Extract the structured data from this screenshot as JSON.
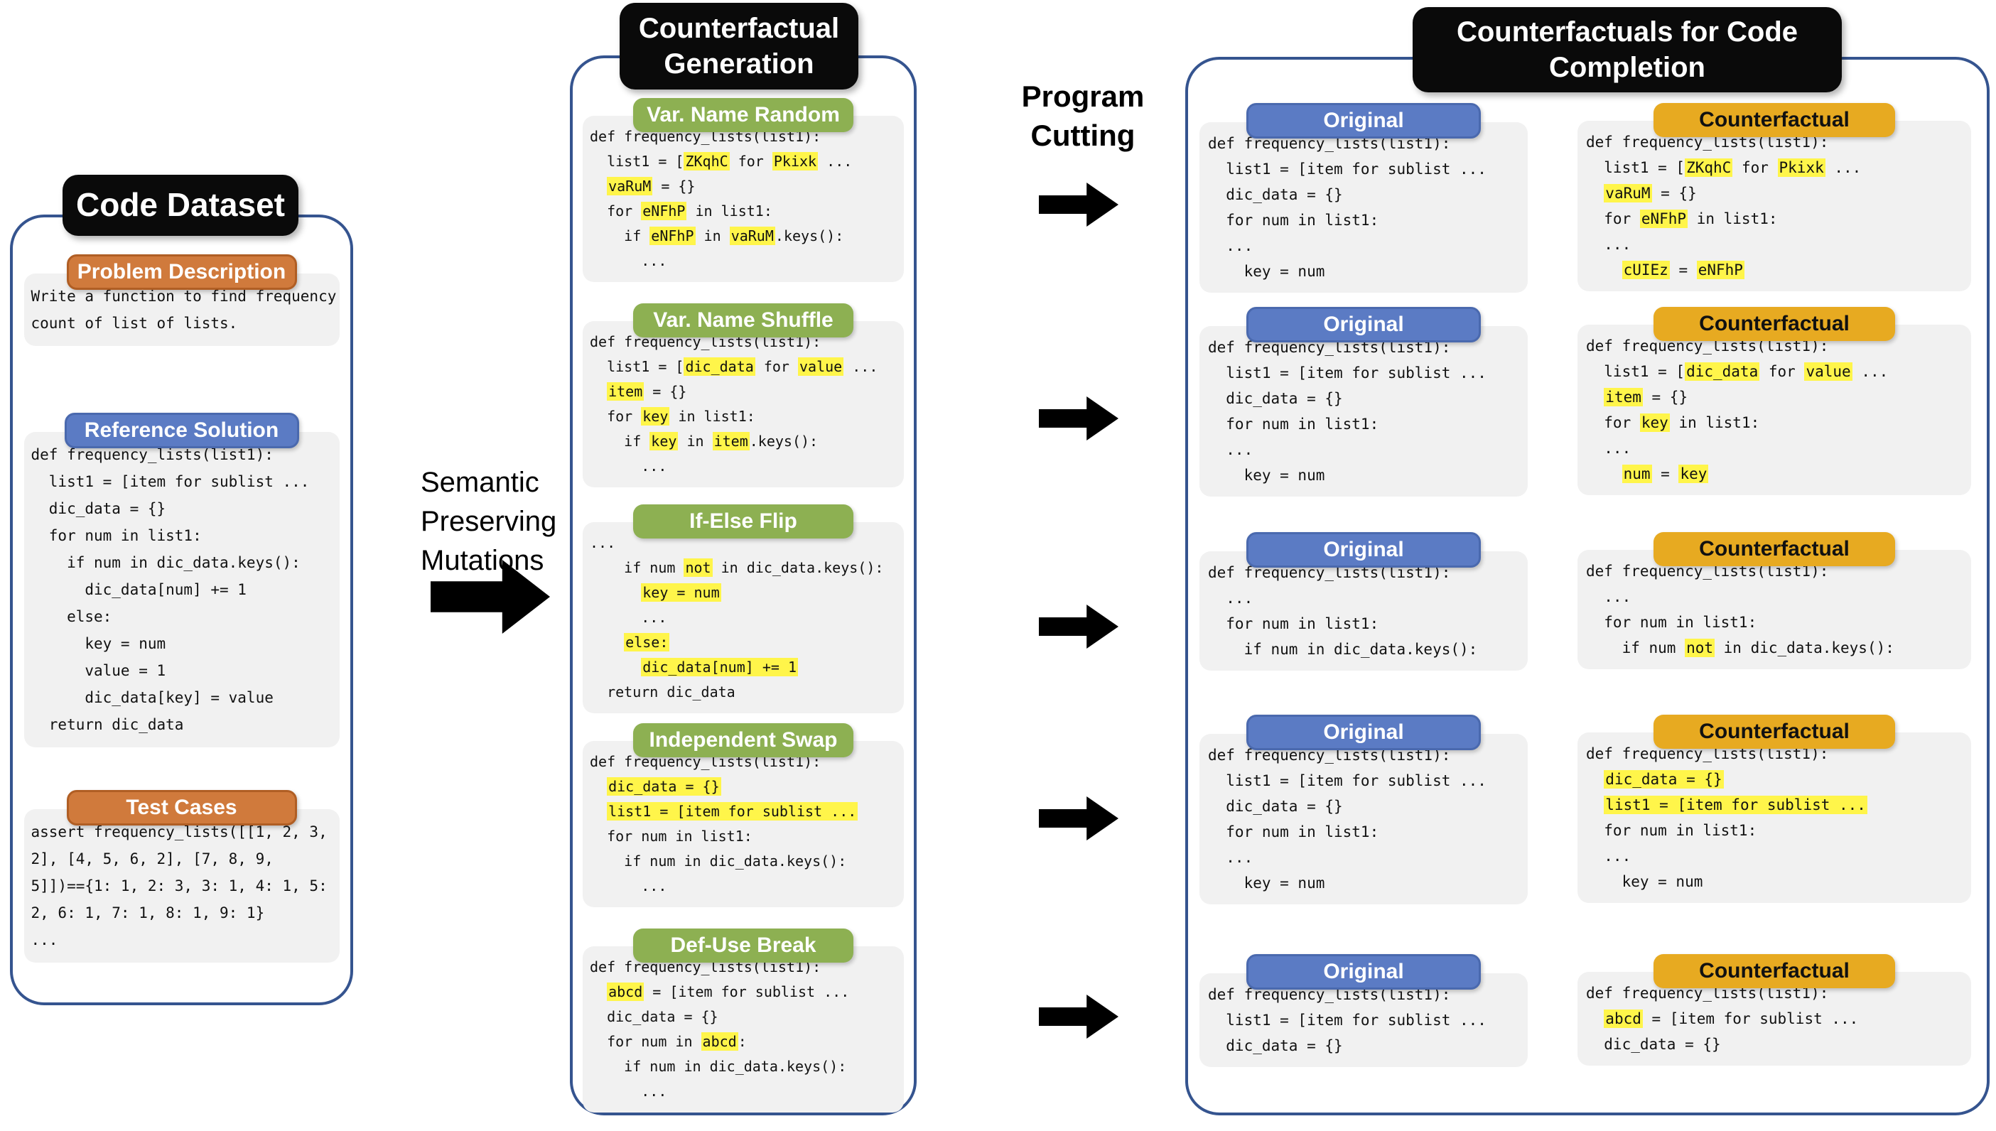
{
  "colors": {
    "title_bg": "#0a0a0a",
    "panel_border": "#35548F",
    "code_bg": "#F1F1F1",
    "highlight": "#FFF54A",
    "orange_header": "#D07A3C",
    "blue_header": "#5B7BC4",
    "green_header": "#8DB052",
    "gold_header": "#E7AA21"
  },
  "titles": {
    "dataset": "Code Dataset",
    "generation": "Counterfactual Generation",
    "completion": "Counterfactuals for Code Completion"
  },
  "flow_labels": {
    "mutations": "Semantic Preserving Mutations",
    "cutting": "Program Cutting"
  },
  "left_panel": {
    "sections": [
      {
        "header": "Problem Description",
        "code": [
          [
            [
              "Write a function to find frequency",
              0
            ]
          ],
          [
            [
              "count of list of lists.",
              0
            ]
          ]
        ]
      },
      {
        "header": "Reference Solution",
        "code": [
          [
            [
              "def frequency_lists(list1):",
              0
            ]
          ],
          [
            [
              "  list1 = [item for sublist ...",
              0
            ]
          ],
          [
            [
              "  dic_data = {}",
              0
            ]
          ],
          [
            [
              "  for num in list1:",
              0
            ]
          ],
          [
            [
              "    if num in dic_data.keys():",
              0
            ]
          ],
          [
            [
              "      dic_data[num] += 1",
              0
            ]
          ],
          [
            [
              "    else:",
              0
            ]
          ],
          [
            [
              "      key = num",
              0
            ]
          ],
          [
            [
              "      value = 1",
              0
            ]
          ],
          [
            [
              "      dic_data[key] = value",
              0
            ]
          ],
          [
            [
              "  return dic_data",
              0
            ]
          ]
        ]
      },
      {
        "header": "Test Cases",
        "code": [
          [
            [
              "assert frequency_lists([[1, 2, 3,",
              0
            ]
          ],
          [
            [
              "2], [4, 5, 6, 2], [7, 8, 9,",
              0
            ]
          ],
          [
            [
              "5]])=={1: 1, 2: 3, 3: 1, 4: 1, 5:",
              0
            ]
          ],
          [
            [
              "2, 6: 1, 7: 1, 8: 1, 9: 1}",
              0
            ]
          ],
          [
            [
              "...",
              0
            ]
          ]
        ]
      }
    ]
  },
  "middle_panel": {
    "sections": [
      {
        "header": "Var. Name Random",
        "code": [
          [
            [
              "def frequency_lists(list1):",
              0
            ]
          ],
          [
            [
              "  list1 = [",
              0
            ],
            [
              "ZKqhC",
              1
            ],
            [
              " for ",
              0
            ],
            [
              "Pkixk",
              1
            ],
            [
              " ...",
              0
            ]
          ],
          [
            [
              "  ",
              0
            ],
            [
              "vaRuM",
              1
            ],
            [
              " = {}",
              0
            ]
          ],
          [
            [
              "  for ",
              0
            ],
            [
              "eNFhP",
              1
            ],
            [
              " in list1:",
              0
            ]
          ],
          [
            [
              "    if ",
              0
            ],
            [
              "eNFhP",
              1
            ],
            [
              " in ",
              0
            ],
            [
              "vaRuM",
              1
            ],
            [
              ".keys():",
              0
            ]
          ],
          [
            [
              "      ...",
              0
            ]
          ]
        ]
      },
      {
        "header": "Var. Name Shuffle",
        "code": [
          [
            [
              "def frequency_lists(list1):",
              0
            ]
          ],
          [
            [
              "  list1 = [",
              0
            ],
            [
              "dic_data",
              1
            ],
            [
              " for ",
              0
            ],
            [
              "value",
              1
            ],
            [
              " ...",
              0
            ]
          ],
          [
            [
              "  ",
              0
            ],
            [
              "item",
              1
            ],
            [
              " = {}",
              0
            ]
          ],
          [
            [
              "  for ",
              0
            ],
            [
              "key",
              1
            ],
            [
              " in list1:",
              0
            ]
          ],
          [
            [
              "    if ",
              0
            ],
            [
              "key",
              1
            ],
            [
              " in ",
              0
            ],
            [
              "item",
              1
            ],
            [
              ".keys():",
              0
            ]
          ],
          [
            [
              "      ...",
              0
            ]
          ]
        ]
      },
      {
        "header": "If-Else Flip",
        "code": [
          [
            [
              "...",
              0
            ]
          ],
          [
            [
              "    if num ",
              0
            ],
            [
              "not",
              1
            ],
            [
              " in dic_data.keys():",
              0
            ]
          ],
          [
            [
              "      ",
              0
            ],
            [
              "key = num",
              1
            ]
          ],
          [
            [
              "      ...",
              0
            ]
          ],
          [
            [
              "    ",
              0
            ],
            [
              "else:",
              1
            ]
          ],
          [
            [
              "      ",
              0
            ],
            [
              "dic_data[num] += 1",
              1
            ]
          ],
          [
            [
              "  return dic_data",
              0
            ]
          ]
        ]
      },
      {
        "header": "Independent Swap",
        "code": [
          [
            [
              "def frequency_lists(list1):",
              0
            ]
          ],
          [
            [
              "  ",
              0
            ],
            [
              "dic_data = {}",
              1
            ]
          ],
          [
            [
              "  ",
              0
            ],
            [
              "list1 = [item for sublist ...",
              1
            ]
          ],
          [
            [
              "  for num in list1:",
              0
            ]
          ],
          [
            [
              "    if num in dic_data.keys():",
              0
            ]
          ],
          [
            [
              "      ...",
              0
            ]
          ]
        ]
      },
      {
        "header": "Def-Use Break",
        "code": [
          [
            [
              "def frequency_lists(list1):",
              0
            ]
          ],
          [
            [
              "  ",
              0
            ],
            [
              "abcd",
              1
            ],
            [
              " = [item for sublist ...",
              0
            ]
          ],
          [
            [
              "  dic_data = {}",
              0
            ]
          ],
          [
            [
              "  for num in ",
              0
            ],
            [
              "abcd",
              1
            ],
            [
              ":",
              0
            ]
          ],
          [
            [
              "    if num in dic_data.keys():",
              0
            ]
          ],
          [
            [
              "      ...",
              0
            ]
          ]
        ]
      }
    ]
  },
  "right_panel": {
    "rows": [
      {
        "original": {
          "header": "Original",
          "code": [
            [
              [
                "def frequency_lists(list1):",
                0
              ]
            ],
            [
              [
                "  list1 = [item for sublist ...",
                0
              ]
            ],
            [
              [
                "  dic_data = {}",
                0
              ]
            ],
            [
              [
                "  for num in list1:",
                0
              ]
            ],
            [
              [
                "  ...",
                0
              ]
            ],
            [
              [
                "    key = num",
                0
              ]
            ]
          ]
        },
        "counterfactual": {
          "header": "Counterfactual",
          "code": [
            [
              [
                "def frequency_lists(list1):",
                0
              ]
            ],
            [
              [
                "  list1 = [",
                0
              ],
              [
                "ZKqhC",
                1
              ],
              [
                " for ",
                0
              ],
              [
                "Pkixk",
                1
              ],
              [
                " ...",
                0
              ]
            ],
            [
              [
                "  ",
                0
              ],
              [
                "vaRuM",
                1
              ],
              [
                " = {}",
                0
              ]
            ],
            [
              [
                "  for ",
                0
              ],
              [
                "eNFhP",
                1
              ],
              [
                " in list1:",
                0
              ]
            ],
            [
              [
                "  ...",
                0
              ]
            ],
            [
              [
                "    ",
                0
              ],
              [
                "cUIEz",
                1
              ],
              [
                " = ",
                0
              ],
              [
                "eNFhP",
                1
              ]
            ]
          ]
        }
      },
      {
        "original": {
          "header": "Original",
          "code": [
            [
              [
                "def frequency_lists(list1):",
                0
              ]
            ],
            [
              [
                "  list1 = [item for sublist ...",
                0
              ]
            ],
            [
              [
                "  dic_data = {}",
                0
              ]
            ],
            [
              [
                "  for num in list1:",
                0
              ]
            ],
            [
              [
                "  ...",
                0
              ]
            ],
            [
              [
                "    key = num",
                0
              ]
            ]
          ]
        },
        "counterfactual": {
          "header": "Counterfactual",
          "code": [
            [
              [
                "def frequency_lists(list1):",
                0
              ]
            ],
            [
              [
                "  list1 = [",
                0
              ],
              [
                "dic_data",
                1
              ],
              [
                " for ",
                0
              ],
              [
                "value",
                1
              ],
              [
                " ...",
                0
              ]
            ],
            [
              [
                "  ",
                0
              ],
              [
                "item",
                1
              ],
              [
                " = {}",
                0
              ]
            ],
            [
              [
                "  for ",
                0
              ],
              [
                "key",
                1
              ],
              [
                " in list1:",
                0
              ]
            ],
            [
              [
                "  ...",
                0
              ]
            ],
            [
              [
                "    ",
                0
              ],
              [
                "num",
                1
              ],
              [
                " = ",
                0
              ],
              [
                "key",
                1
              ]
            ]
          ]
        }
      },
      {
        "original": {
          "header": "Original",
          "code": [
            [
              [
                "def frequency_lists(list1):",
                0
              ]
            ],
            [
              [
                "  ...",
                0
              ]
            ],
            [
              [
                "  for num in list1:",
                0
              ]
            ],
            [
              [
                "    if num in dic_data.keys():",
                0
              ]
            ]
          ]
        },
        "counterfactual": {
          "header": "Counterfactual",
          "code": [
            [
              [
                "def frequency_lists(list1):",
                0
              ]
            ],
            [
              [
                "  ...",
                0
              ]
            ],
            [
              [
                "  for num in list1:",
                0
              ]
            ],
            [
              [
                "    if num ",
                0
              ],
              [
                "not",
                1
              ],
              [
                " in dic_data.keys():",
                0
              ]
            ]
          ]
        }
      },
      {
        "original": {
          "header": "Original",
          "code": [
            [
              [
                "def frequency_lists(list1):",
                0
              ]
            ],
            [
              [
                "  list1 = [item for sublist ...",
                0
              ]
            ],
            [
              [
                "  dic_data = {}",
                0
              ]
            ],
            [
              [
                "  for num in list1:",
                0
              ]
            ],
            [
              [
                "  ...",
                0
              ]
            ],
            [
              [
                "    key = num",
                0
              ]
            ]
          ]
        },
        "counterfactual": {
          "header": "Counterfactual",
          "code": [
            [
              [
                "def frequency_lists(list1):",
                0
              ]
            ],
            [
              [
                "  ",
                0
              ],
              [
                "dic_data = {}",
                1
              ]
            ],
            [
              [
                "  ",
                0
              ],
              [
                "list1 = [item for sublist ...",
                1
              ]
            ],
            [
              [
                "  for num in list1:",
                0
              ]
            ],
            [
              [
                "  ...",
                0
              ]
            ],
            [
              [
                "    key = num",
                0
              ]
            ]
          ]
        }
      },
      {
        "original": {
          "header": "Original",
          "code": [
            [
              [
                "def frequency_lists(list1):",
                0
              ]
            ],
            [
              [
                "  list1 = [item for sublist ...",
                0
              ]
            ],
            [
              [
                "  dic_data = {}",
                0
              ]
            ]
          ]
        },
        "counterfactual": {
          "header": "Counterfactual",
          "code": [
            [
              [
                "def frequency_lists(list1):",
                0
              ]
            ],
            [
              [
                "  ",
                0
              ],
              [
                "abcd",
                1
              ],
              [
                " = [item for sublist ...",
                0
              ]
            ],
            [
              [
                "  dic_data = {}",
                0
              ]
            ]
          ]
        }
      }
    ]
  }
}
